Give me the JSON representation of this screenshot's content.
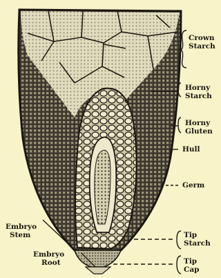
{
  "labels": {
    "crown_starch": [
      "Crown",
      "Starch"
    ],
    "horny_starch": [
      "Horny",
      "Starch"
    ],
    "horny_gluten": [
      "Horny",
      "Gluten"
    ],
    "hull": "Hull",
    "germ": "Germ",
    "embryo_stem": [
      "Embryo",
      "Stem"
    ],
    "embryo_root": [
      "Embryo",
      "Root"
    ],
    "tip_starch": [
      "Tip",
      "Starch"
    ],
    "tip_cap": [
      "Tip",
      "Cap"
    ]
  },
  "colors": {
    "background": "#f8f3c8",
    "ink": "#1a1711",
    "crown_fill": "#dcd6b3",
    "horny_fill": "#3b362d",
    "germ_fill": "#cfc8a4"
  }
}
